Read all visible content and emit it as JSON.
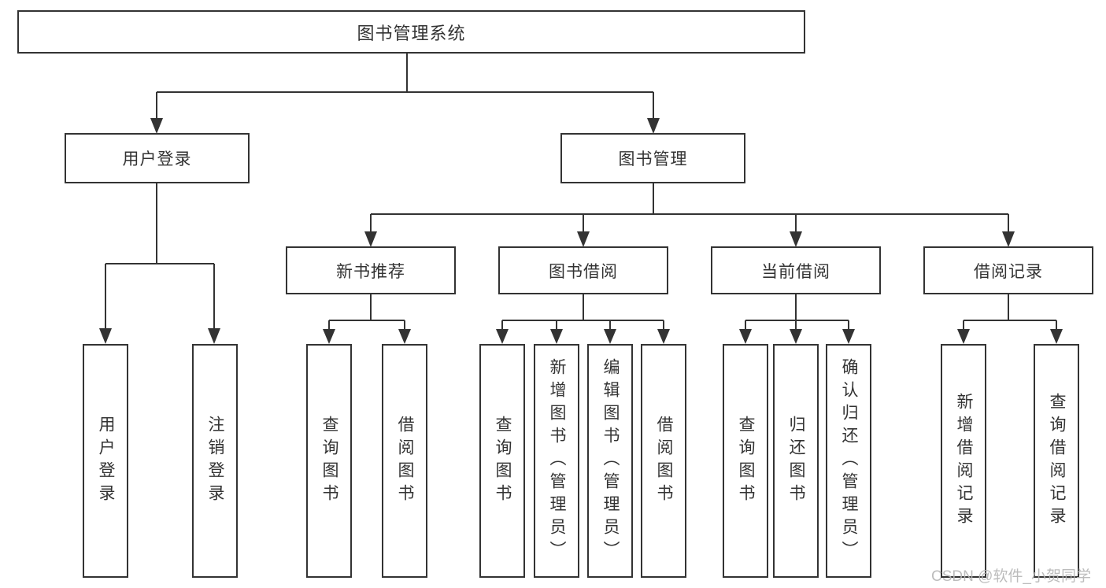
{
  "diagram": {
    "title": "图书管理系统",
    "level2": [
      {
        "label": "用户登录"
      },
      {
        "label": "图书管理"
      }
    ],
    "level3": [
      {
        "label": "新书推荐"
      },
      {
        "label": "图书借阅"
      },
      {
        "label": "当前借阅"
      },
      {
        "label": "借阅记录"
      }
    ],
    "leaves": {
      "user_login": [
        {
          "label": "用户登录"
        },
        {
          "label": "注销登录"
        }
      ],
      "new_book": [
        {
          "label": "查询图书"
        },
        {
          "label": "借阅图书"
        }
      ],
      "book_borrow": [
        {
          "label": "查询图书"
        },
        {
          "label": "新增图书（管理员）"
        },
        {
          "label": "编辑图书（管理员）"
        },
        {
          "label": "借阅图书"
        }
      ],
      "current_borrow": [
        {
          "label": "查询图书"
        },
        {
          "label": "归还图书"
        },
        {
          "label": "确认归还（管理员）"
        }
      ],
      "borrow_records": [
        {
          "label": "新增借阅记录"
        },
        {
          "label": "查询借阅记录"
        }
      ]
    }
  },
  "watermark": {
    "text": "CSDN @软件_小贺同学"
  },
  "colors": {
    "line": "#333333",
    "box_border": "#333333",
    "text": "#333333",
    "watermark": "#b5b5b5",
    "background": "#ffffff"
  }
}
